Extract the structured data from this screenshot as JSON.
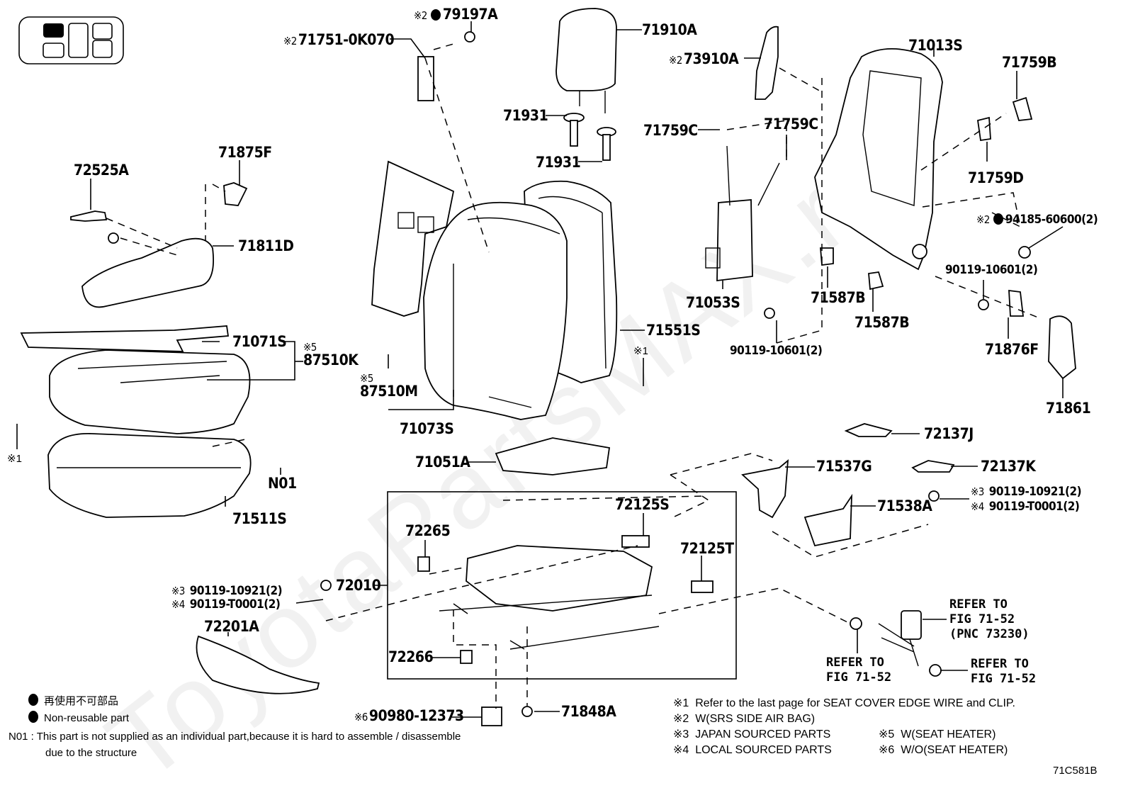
{
  "diagram": {
    "figure_code": "71C581B",
    "watermark": "ToyotaPartsMAX.ru",
    "seat_indicator": "seat-position-indicator (front-left highlighted)",
    "parts": [
      {
        "id": "p79197A",
        "mark": "※2",
        "nonreusable": true,
        "number": "79197A"
      },
      {
        "id": "p71751",
        "mark": "※2",
        "number": "71751-0K070"
      },
      {
        "id": "p71910A",
        "number": "71910A"
      },
      {
        "id": "p73910A",
        "mark": "※2",
        "number": "73910A"
      },
      {
        "id": "p71013S",
        "number": "71013S"
      },
      {
        "id": "p71759B",
        "number": "71759B"
      },
      {
        "id": "p71931a",
        "number": "71931"
      },
      {
        "id": "p71931b",
        "number": "71931"
      },
      {
        "id": "p71759C_a",
        "number": "71759C"
      },
      {
        "id": "p71759C_b",
        "number": "71759C"
      },
      {
        "id": "p71759D",
        "number": "71759D"
      },
      {
        "id": "p94185",
        "mark": "※2",
        "nonreusable": true,
        "number": "94185-60600(2)"
      },
      {
        "id": "p90119_10601_r",
        "number": "90119-10601(2)"
      },
      {
        "id": "p72525A",
        "number": "72525A"
      },
      {
        "id": "p71875F",
        "number": "71875F"
      },
      {
        "id": "p71811D",
        "number": "71811D"
      },
      {
        "id": "p71053S",
        "number": "71053S"
      },
      {
        "id": "p71587B_a",
        "number": "71587B"
      },
      {
        "id": "p71587B_b",
        "number": "71587B"
      },
      {
        "id": "p71071S",
        "number": "71071S"
      },
      {
        "id": "p87510K",
        "mark": "※5",
        "number": "87510K"
      },
      {
        "id": "p87510M",
        "mark": "※5",
        "number": "87510M"
      },
      {
        "id": "p71551S",
        "number": "71551S"
      },
      {
        "id": "p90119_10601_c",
        "number": "90119-10601(2)"
      },
      {
        "id": "p71876F",
        "number": "71876F"
      },
      {
        "id": "p71861",
        "number": "71861"
      },
      {
        "id": "p71073S",
        "number": "71073S"
      },
      {
        "id": "p72137J",
        "number": "72137J"
      },
      {
        "id": "p71051A",
        "number": "71051A"
      },
      {
        "id": "p71537G",
        "number": "71537G"
      },
      {
        "id": "p72137K",
        "number": "72137K"
      },
      {
        "id": "pN01",
        "number": "N01"
      },
      {
        "id": "p71538A",
        "number": "71538A"
      },
      {
        "id": "p71511S",
        "number": "71511S"
      },
      {
        "id": "p72125S",
        "number": "72125S"
      },
      {
        "id": "p72265",
        "number": "72265"
      },
      {
        "id": "p72125T",
        "number": "72125T"
      },
      {
        "id": "p72010",
        "number": "72010"
      },
      {
        "id": "p72201A",
        "number": "72201A"
      },
      {
        "id": "p72266",
        "number": "72266"
      },
      {
        "id": "p90980",
        "mark": "※6",
        "number": "90980-12373"
      },
      {
        "id": "p71848A",
        "number": "71848A"
      }
    ],
    "bolt_pairs": {
      "right": [
        {
          "mark": "※3",
          "number": "90119-10921(2)"
        },
        {
          "mark": "※4",
          "number": "90119-T0001(2)"
        }
      ],
      "left": [
        {
          "mark": "※3",
          "number": "90119-10921(2)"
        },
        {
          "mark": "※4",
          "number": "90119-T0001(2)"
        }
      ]
    },
    "clip_marks": {
      "left": "※1",
      "center": "※1"
    },
    "refer_to": {
      "buckle": "REFER TO\nFIG 71-52\n(PNC 73230)",
      "left_nut": "REFER TO\nFIG 71-52",
      "right_nut": "REFER TO\nFIG 71-52"
    },
    "legend": {
      "nonreusable_jp": "再使用不可部品",
      "nonreusable_en": "Non-reusable part",
      "n01_note_line1": "N01 : This part is not supplied as an individual part,because it is hard to assemble / disassemble",
      "n01_note_line2": "due to the structure"
    },
    "footnotes": [
      {
        "mark": "※1",
        "text": "Refer to the last page for SEAT COVER EDGE WIRE and CLIP."
      },
      {
        "mark": "※2",
        "text": "W(SRS SIDE AIR BAG)"
      },
      {
        "mark": "※3",
        "text": "JAPAN SOURCED PARTS"
      },
      {
        "mark": "※4",
        "text": "LOCAL SOURCED PARTS"
      },
      {
        "mark": "※5",
        "text": "W(SEAT HEATER)"
      },
      {
        "mark": "※6",
        "text": "W/O(SEAT HEATER)"
      }
    ]
  }
}
